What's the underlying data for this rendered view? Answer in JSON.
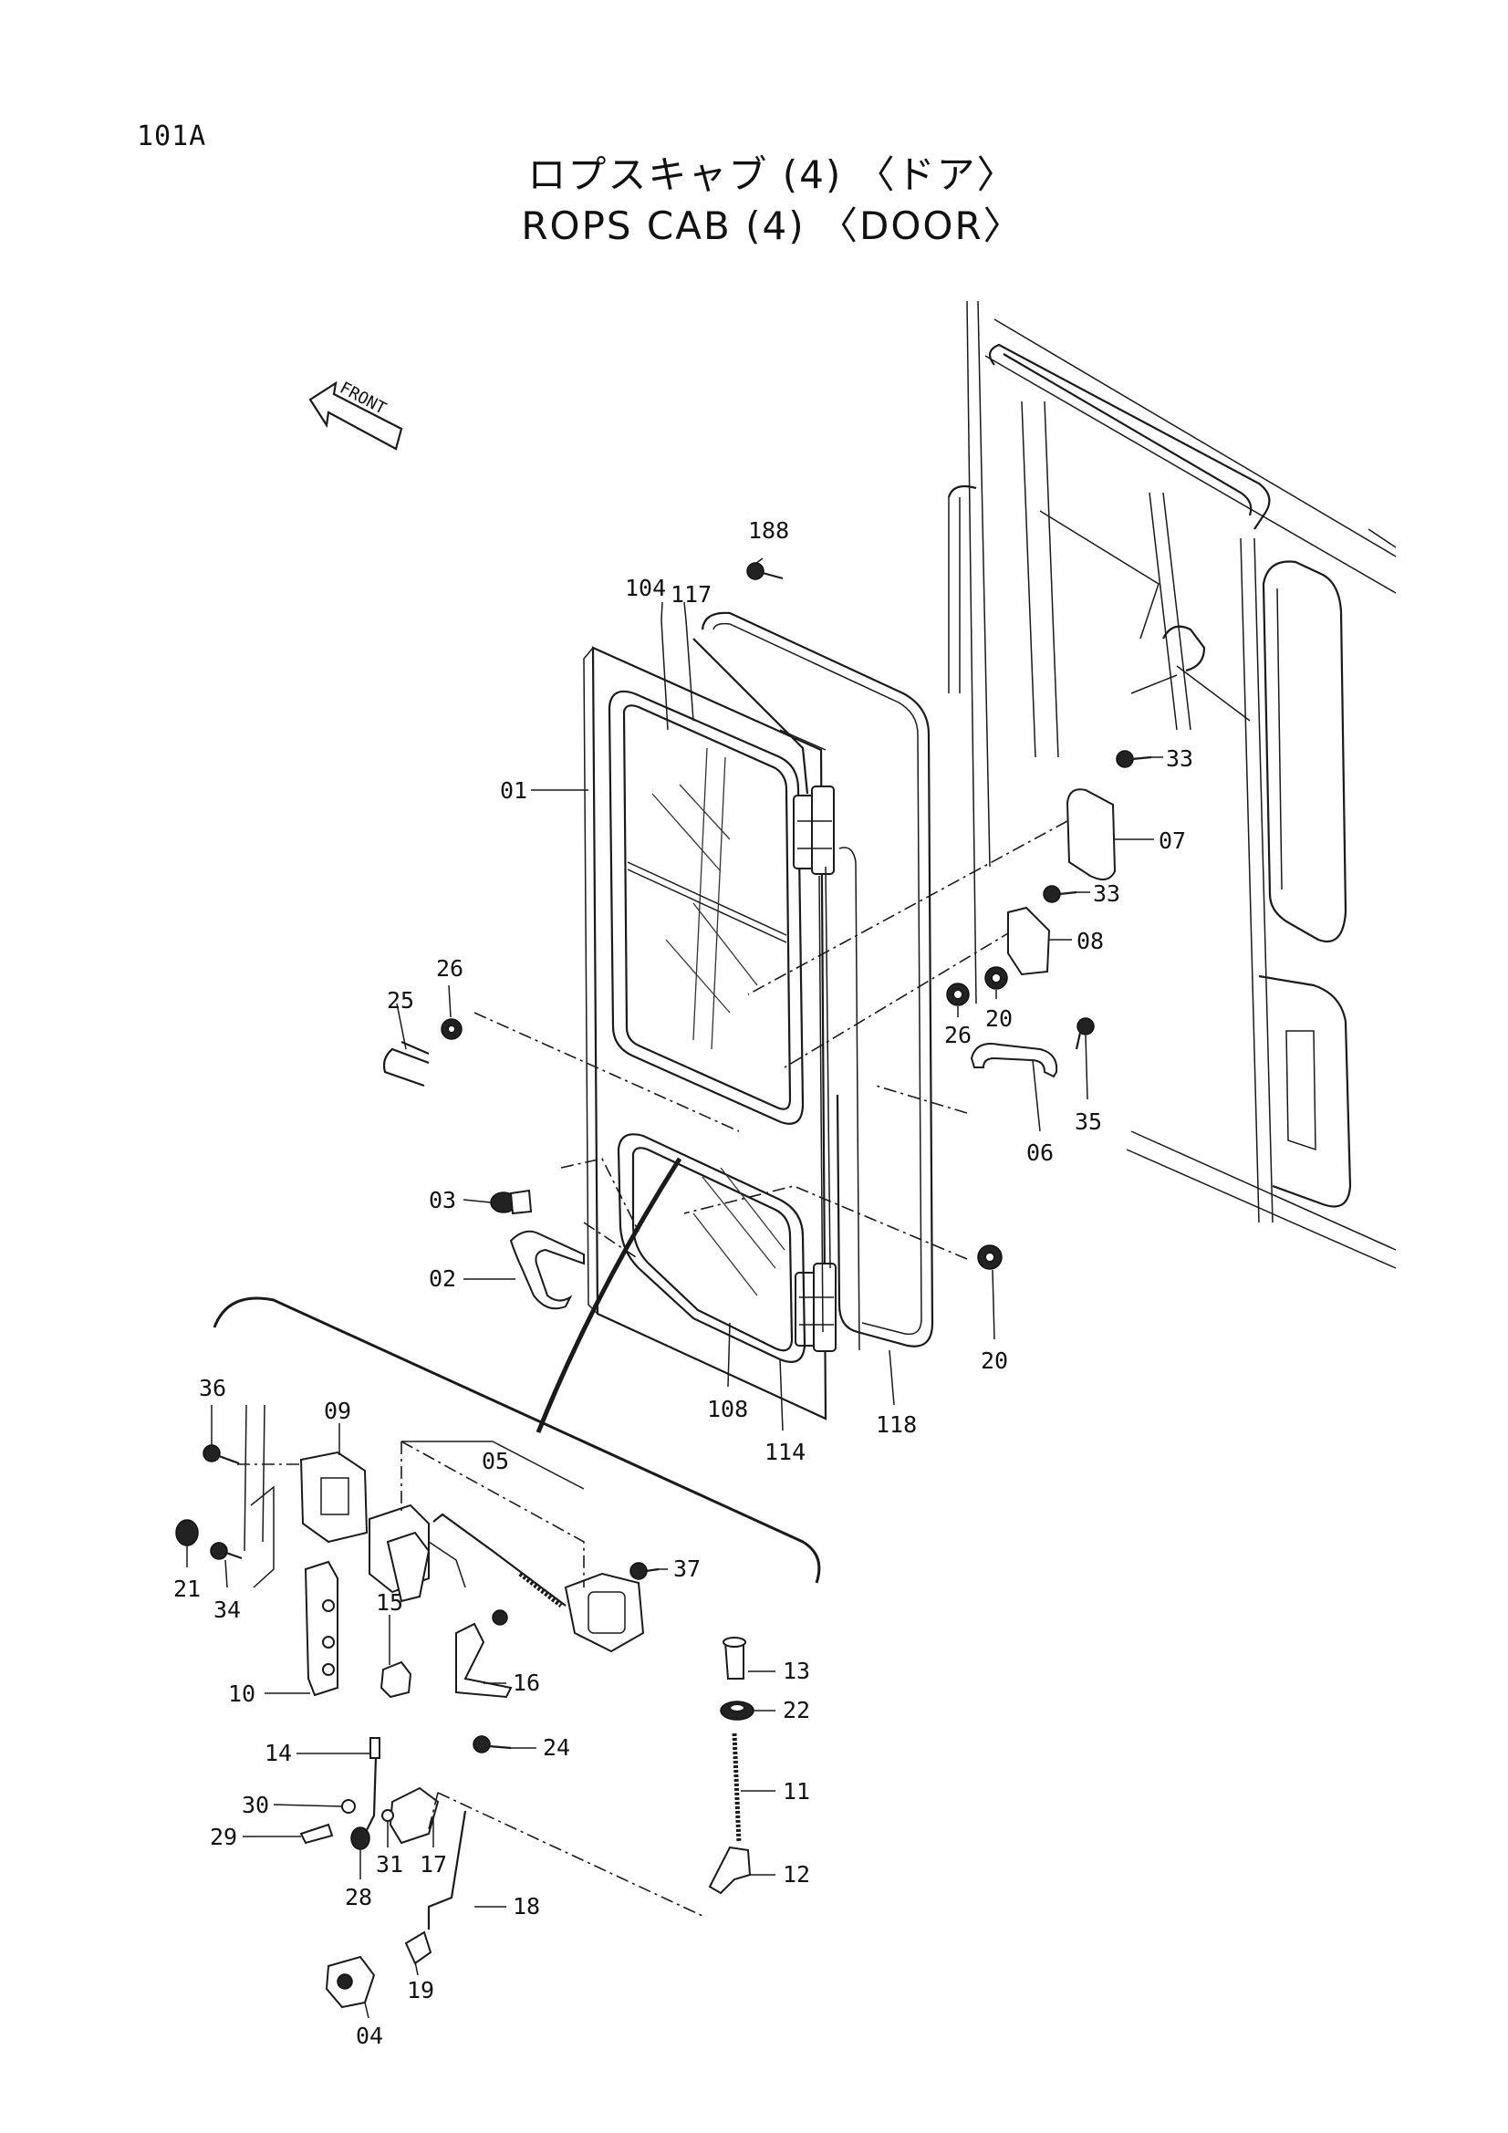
{
  "page_code": "101A",
  "title_jp": "ロプスキャブ (4) 〈ドア〉",
  "title_en": "ROPS CAB (4) 〈DOOR〉",
  "front_arrow_label": "FRONT",
  "callouts": {
    "p188": "188",
    "p104": "104",
    "p117": "117",
    "p01": "01",
    "p33a": "33",
    "p07": "07",
    "p33b": "33",
    "p08": "08",
    "p26a": "26",
    "p25": "25",
    "p26b": "26",
    "p20a": "20",
    "p06": "06",
    "p35": "35",
    "p03": "03",
    "p02": "02",
    "p20b": "20",
    "p108": "108",
    "p114": "114",
    "p118": "118",
    "p36": "36",
    "p09": "09",
    "p05": "05",
    "p37": "37",
    "p21": "21",
    "p34": "34",
    "p15": "15",
    "p16": "16",
    "p10": "10",
    "p13": "13",
    "p22": "22",
    "p14": "14",
    "p24": "24",
    "p11": "11",
    "p30": "30",
    "p29": "29",
    "p28": "28",
    "p31": "31",
    "p17": "17",
    "p12": "12",
    "p18": "18",
    "p19": "19",
    "p04": "04"
  }
}
